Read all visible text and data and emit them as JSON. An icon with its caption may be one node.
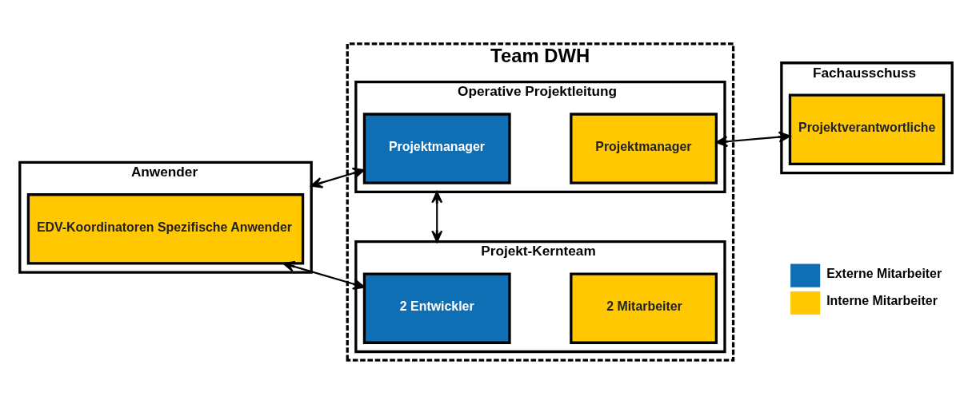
{
  "diagram": {
    "nodes": [
      {
        "text": [
          "Team DWH"
        ]
      },
      {
        "text": [
          "Operative Projektleitung"
        ],
        "in": 0
      },
      {
        "text": [
          "Projektmanager"
        ],
        "in": 1
      },
      {
        "text": [
          "Projektmanager"
        ],
        "in": 1
      },
      {
        "text": [
          "Projekt-Kernteam"
        ],
        "in": 0
      },
      {
        "text": [
          "2 Entwickler"
        ],
        "in": 4
      },
      {
        "text": [
          "2 Mitarbeiter"
        ],
        "in": 4
      },
      {
        "text": [
          "Fachausschuss"
        ]
      },
      {
        "text": [
          "Projektverantwortliche"
        ],
        "in": 7
      },
      {
        "text": [
          "Anwender"
        ]
      },
      {
        "text": [
          "EDV-Koordinatoren Spezifische Anwender"
        ],
        "in": 9
      }
    ],
    "edges": [
      {
        "from": 9,
        "to": 2,
        "arrow": "both"
      },
      {
        "from": 1,
        "to": 4,
        "arrow": "both"
      },
      {
        "from": 3,
        "to": 8,
        "arrow": "both"
      },
      {
        "from": 10,
        "to": 5,
        "arrow": "both"
      }
    ],
    "legend": [
      {
        "text": "Externe Mitarbeiter",
        "color": "#0f6fb5"
      },
      {
        "text": "Interne Mitarbeiter",
        "color": "#ffc800"
      }
    ]
  }
}
